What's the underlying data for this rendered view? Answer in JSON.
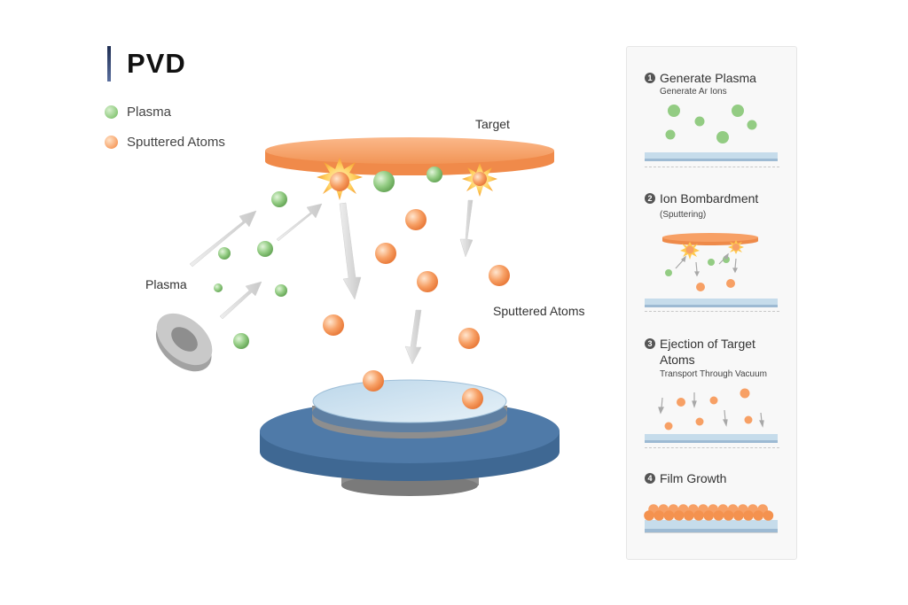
{
  "title": "PVD",
  "legend": [
    {
      "label": "Plasma",
      "color": "#8cc97b"
    },
    {
      "label": "Sputtered Atoms",
      "color": "#f7a065"
    }
  ],
  "diagram": {
    "target_label": "Target",
    "plasma_label": "Plasma",
    "sputtered_label": "Sputtered Atoms",
    "colors": {
      "target": "#f7a065",
      "substrate": "#4f7aa8",
      "wafer": "#cfe3f0",
      "plasma_particle": "#8cc97b",
      "sputtered_particle": "#f7a065"
    }
  },
  "steps": [
    {
      "num": "1",
      "title": "Generate Plasma",
      "subtitle": "Generate Ar Ions"
    },
    {
      "num": "2",
      "title": "Ion Bombardment",
      "subtitle": "(Sputtering)"
    },
    {
      "num": "3",
      "title": "Ejection of Target Atoms",
      "subtitle": "Transport Through Vacuum"
    },
    {
      "num": "4",
      "title": "Film Growth",
      "subtitle": ""
    }
  ]
}
